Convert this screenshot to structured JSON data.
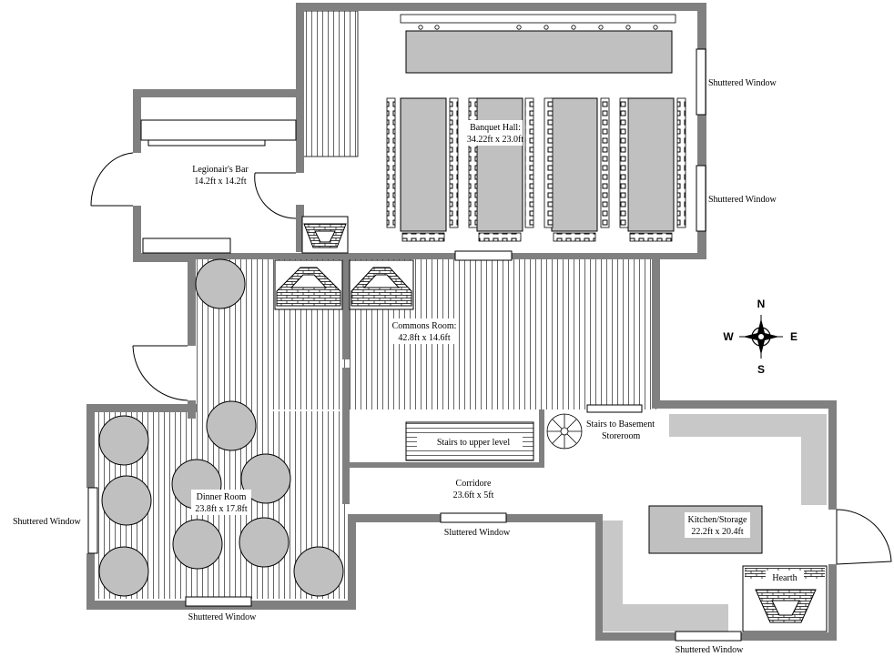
{
  "rooms": {
    "banquet": {
      "name": "Banquet Hall:",
      "size": "34.22ft x 23.0ft"
    },
    "bar": {
      "name": "Legionair's Bar",
      "size": "14.2ft x 14.2ft"
    },
    "commons": {
      "name": "Commons Room:",
      "size": "42.8ft x 14.6ft"
    },
    "dinner": {
      "name": "Dinner Room",
      "size": "23.8ft x 17.8ft"
    },
    "corridor": {
      "name": "Corridore",
      "size": "23.6ft x 5ft"
    },
    "kitchen": {
      "name": "Kitchen/Storage",
      "size": "22.2ft x 20.4ft"
    }
  },
  "labels": {
    "stairs_upper": "Stairs to upper level",
    "stairs_basement_1": "Stairs to Basement",
    "stairs_basement_2": "Storeroom",
    "hearth": "Hearth",
    "window": "Shuttered Window",
    "window_alt": "Sluttered Window"
  },
  "compass": {
    "n": "N",
    "s": "S",
    "e": "E",
    "w": "W"
  },
  "colors": {
    "wall": "#808080",
    "table": "#c0c0c0",
    "counter": "#c8c8c8",
    "line": "#000000"
  }
}
